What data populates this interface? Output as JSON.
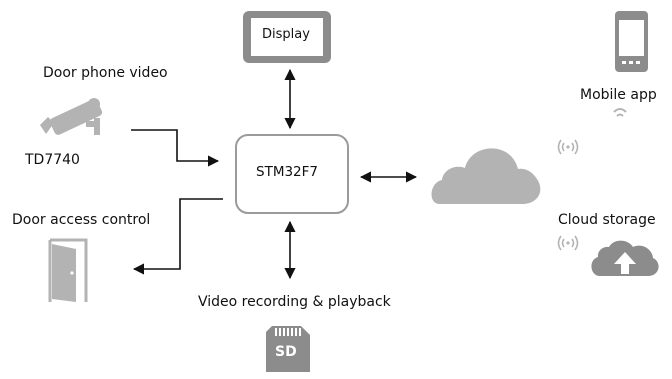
{
  "labels": {
    "display": "Display",
    "door_phone_video": "Door phone video",
    "camera_model": "TD7740",
    "door_access_control": "Door access control",
    "mcu": "STM32F7",
    "video_recording": "Video recording & playback",
    "mobile_app": "Mobile app",
    "cloud_storage": "Cloud storage",
    "sd_card": "SD"
  },
  "colors": {
    "icon_gray": "#b3b3b3",
    "icon_dark_gray": "#8c8c8c",
    "box_border": "#9a9a9a",
    "arrow": "#111111"
  }
}
